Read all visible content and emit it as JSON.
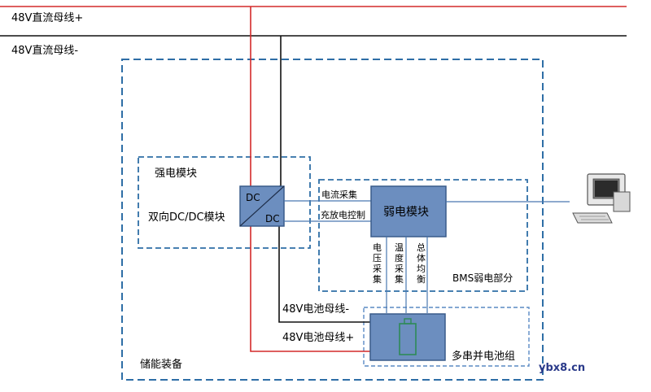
{
  "bus": {
    "positive_label": "48V直流母线+",
    "negative_label": "48V直流母线-"
  },
  "storage": {
    "label": "储能装备"
  },
  "power_module": {
    "title": "强电模块",
    "name": "双向DC/DC模块",
    "dc_top": "DC",
    "dc_bottom": "DC"
  },
  "bms": {
    "region_label": "BMS弱电部分",
    "weak_module_label": "弱电模块",
    "current_sampling": "电流采集",
    "charge_control": "充放电控制",
    "voltage_sampling": "电压采集",
    "temp_sampling": "温度采集",
    "balancing": "总体均衡"
  },
  "battery": {
    "group_label": "多串并电池组",
    "neg_bus_label": "48V电池母线-",
    "pos_bus_label": "48V电池母线+"
  },
  "watermark": "ybx8.cn",
  "colors": {
    "positive_wire": "#d42a2a",
    "negative_wire": "#111111",
    "dashed_box": "#2e6ea6",
    "module_fill": "#6c8ebf",
    "module_stroke": "#3a5c8a",
    "signal_line": "#4a78b0",
    "battery_cell": "#2e8a57",
    "watermark": "#2a3a8a"
  }
}
